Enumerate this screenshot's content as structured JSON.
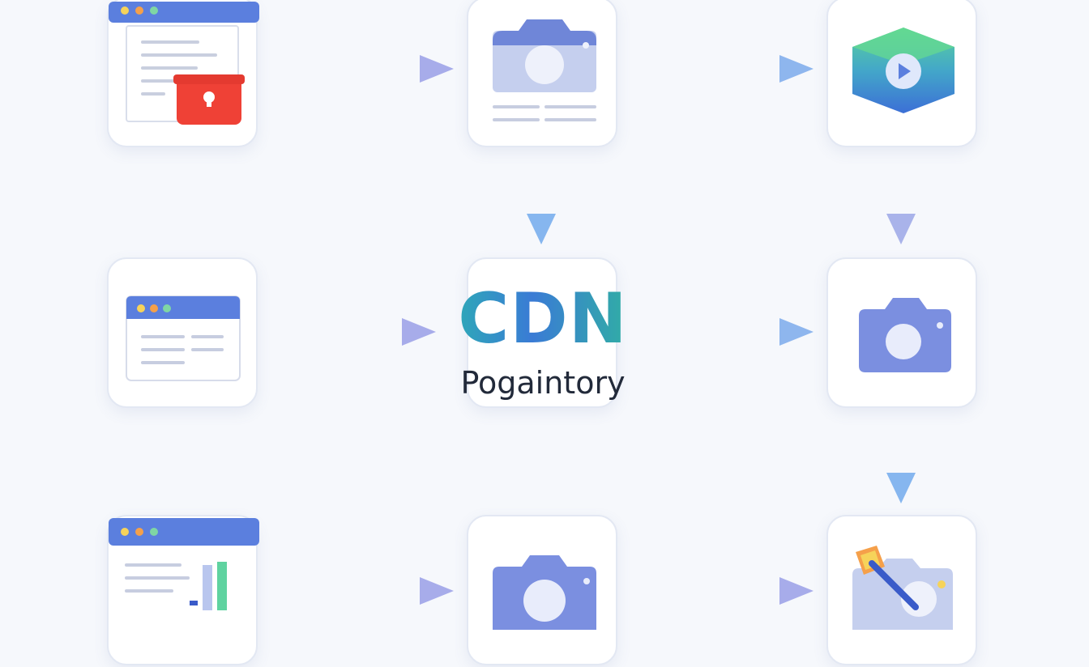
{
  "center": {
    "title": "CDN",
    "subtitle": "Pogaintory"
  },
  "colors": {
    "arrow_blue": "#8fb8ef",
    "arrow_violet": "#a9a9e6",
    "node_border": "#e3e8f3",
    "window_bar": "#5b7fde",
    "camera": "#7b8fe0",
    "red_badge": "#ef4136",
    "title_gradient_start": "#2bb3b1",
    "title_gradient_mid": "#3a7bd5",
    "title_gradient_end": "#2fb89b"
  },
  "nodes": [
    {
      "name": "browser-with-bag-node",
      "icon": "browser-window-with-shopping-bag-icon"
    },
    {
      "name": "camera-card-node",
      "icon": "camera-card-icon"
    },
    {
      "name": "video-cube-node",
      "icon": "video-play-cube-icon"
    },
    {
      "name": "browser-window-node",
      "icon": "browser-window-icon"
    },
    {
      "name": "cdn-hub-node",
      "icon": "cdn-hub"
    },
    {
      "name": "camera-node",
      "icon": "camera-icon"
    },
    {
      "name": "browser-chart-node",
      "icon": "browser-window-with-chart-icon"
    },
    {
      "name": "camera-bottom-node",
      "icon": "camera-icon"
    },
    {
      "name": "camera-edit-node",
      "icon": "camera-edit-icon"
    }
  ]
}
